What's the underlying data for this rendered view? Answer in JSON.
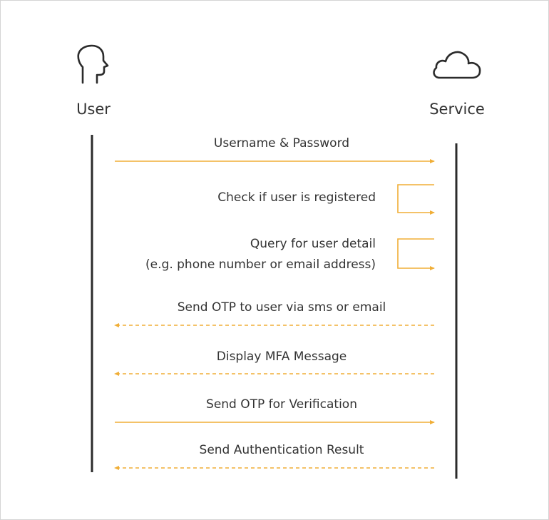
{
  "actors": {
    "user": {
      "label": "User",
      "icon": "user-head-icon"
    },
    "service": {
      "label": "Service",
      "icon": "cloud-icon"
    }
  },
  "colors": {
    "arrow": "#f0ae37",
    "lifeline": "#2b2b2b",
    "text": "#333333"
  },
  "messages": [
    {
      "text": "Username & Password",
      "from": "user",
      "to": "service",
      "style": "solid"
    },
    {
      "text": "Check if user is registered",
      "from": "service",
      "to": "service",
      "style": "solid"
    },
    {
      "lines": [
        "Query for user detail",
        "(e.g. phone number or email address)"
      ],
      "from": "service",
      "to": "service",
      "style": "solid"
    },
    {
      "text": "Send OTP to user via sms or email",
      "from": "service",
      "to": "user",
      "style": "dashed"
    },
    {
      "text": "Display MFA Message",
      "from": "service",
      "to": "user",
      "style": "dashed"
    },
    {
      "text": "Send OTP for Verification",
      "from": "user",
      "to": "service",
      "style": "solid"
    },
    {
      "text": "Send Authentication Result",
      "from": "service",
      "to": "user",
      "style": "dashed"
    }
  ]
}
